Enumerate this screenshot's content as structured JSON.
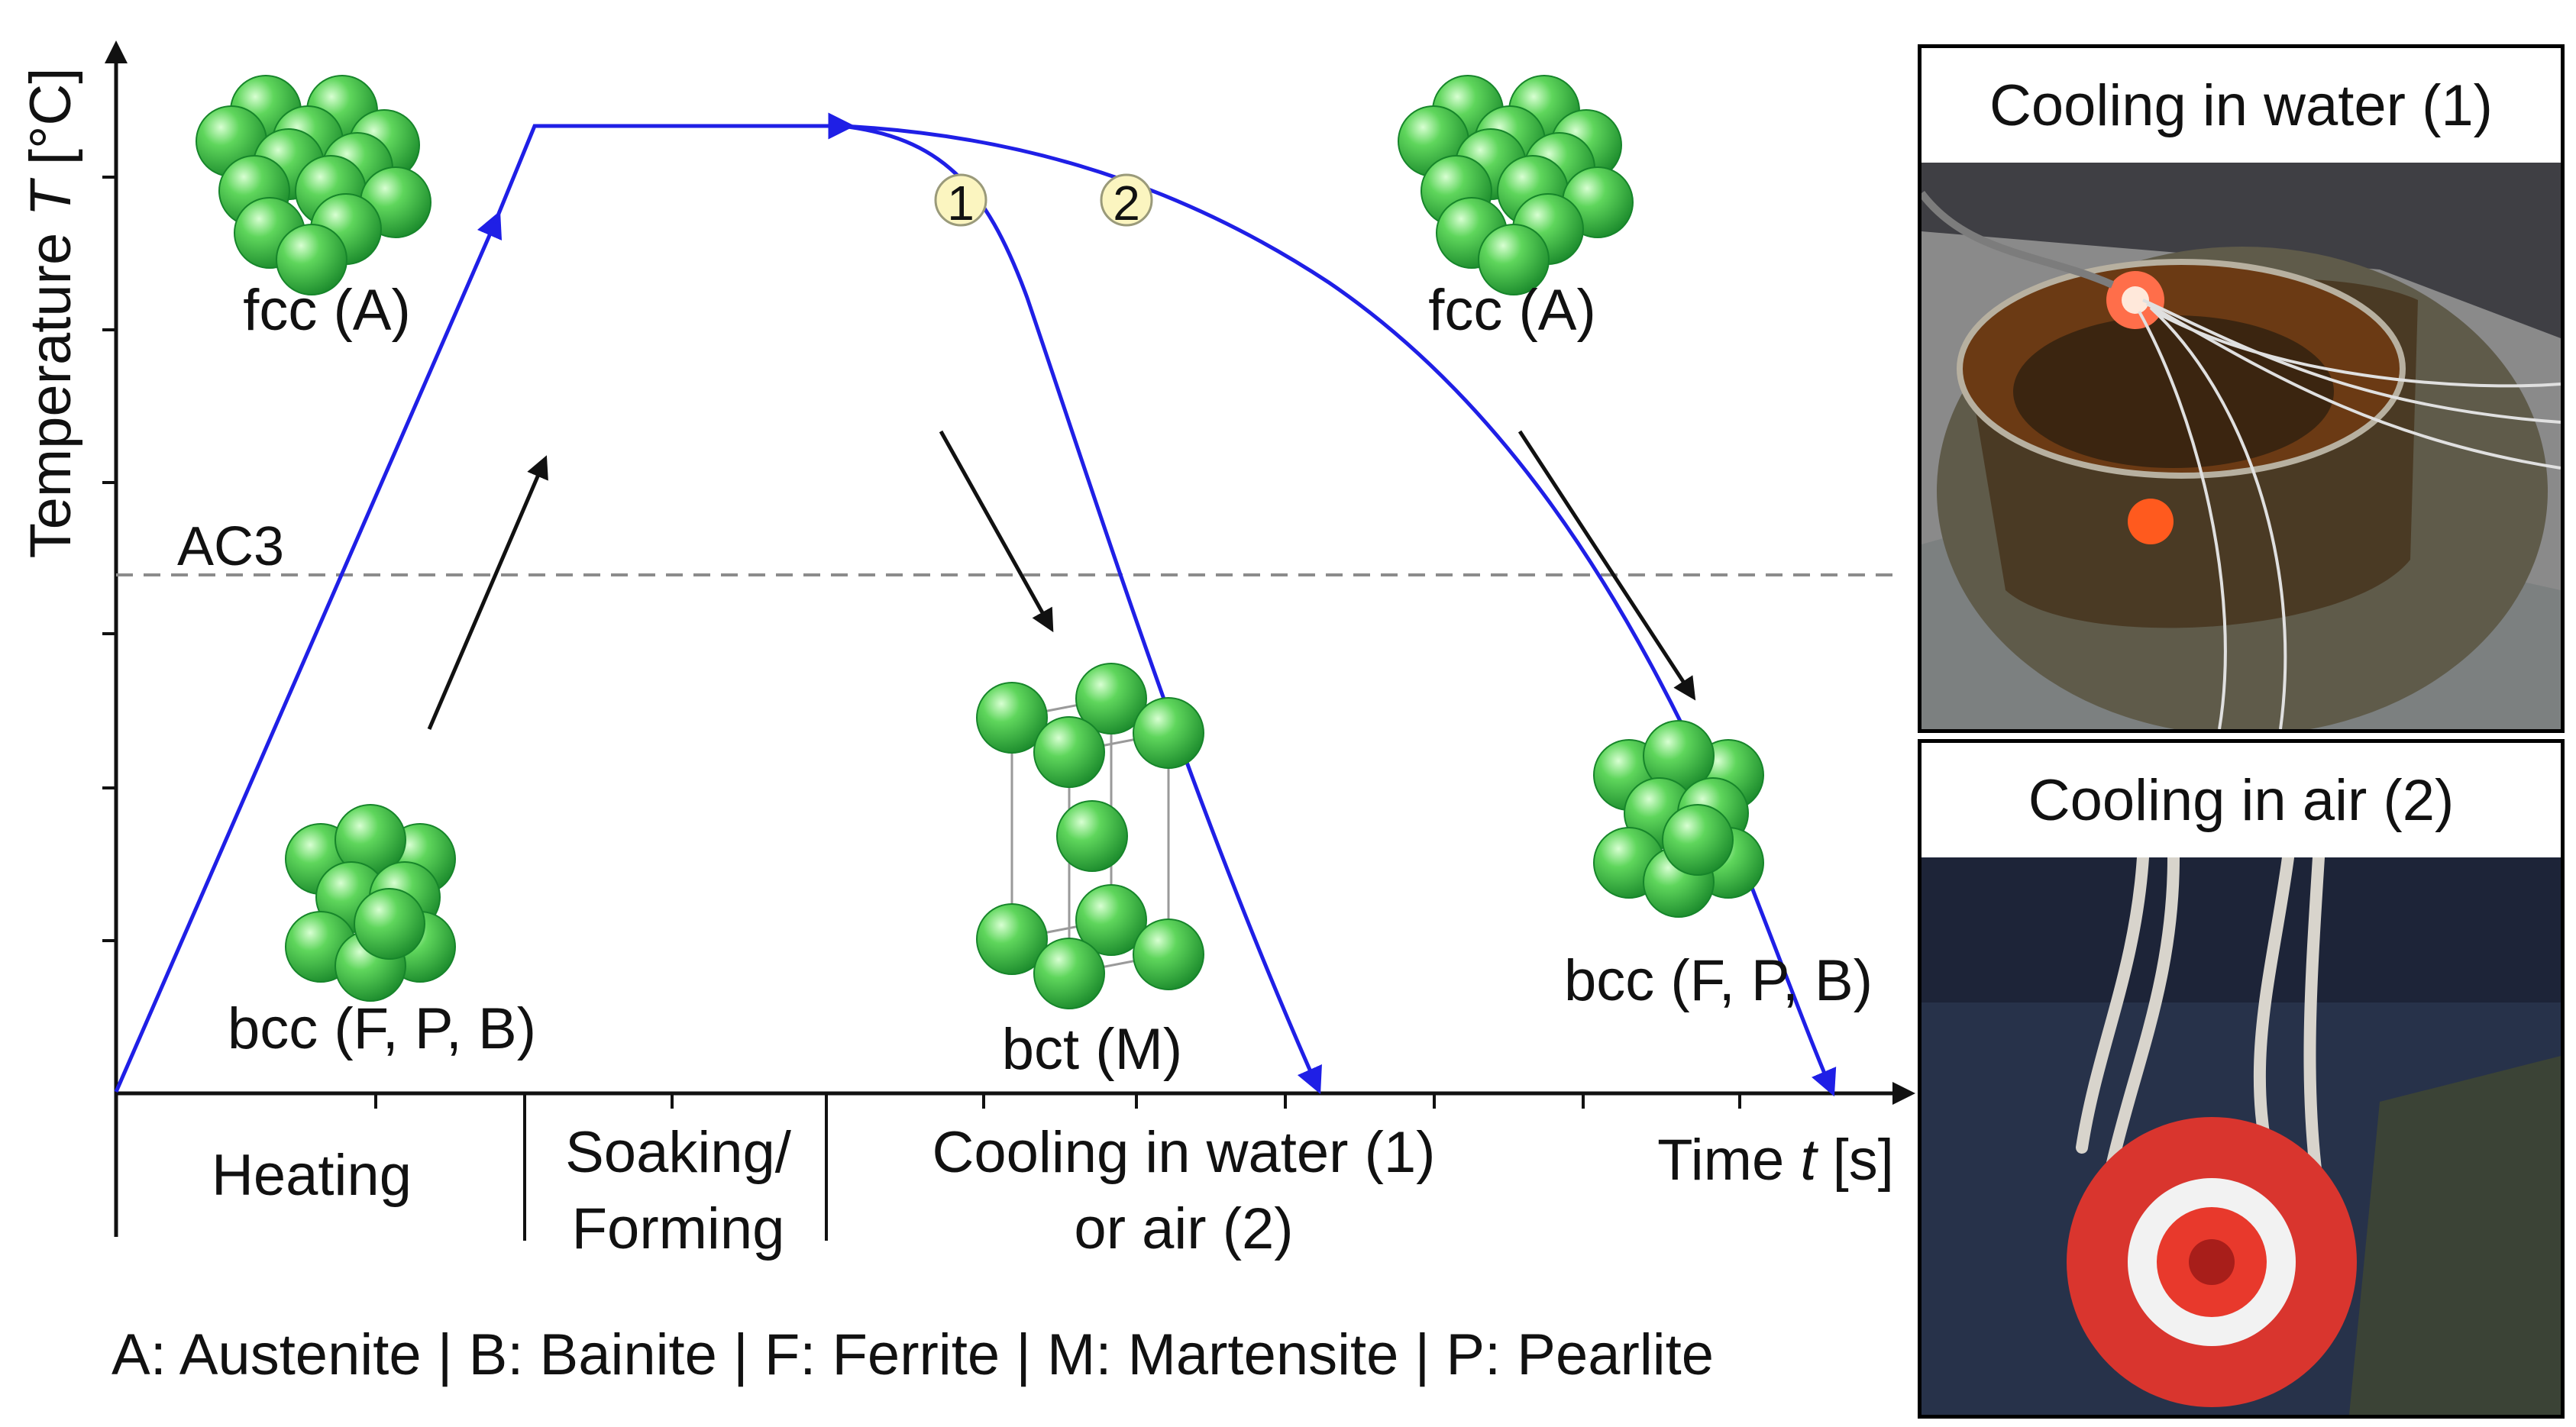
{
  "axes": {
    "y_label_prefix": "Temperature ",
    "y_label_var": "T",
    "y_label_unit": " [°C]",
    "x_label_prefix": "Time ",
    "x_label_var": "t",
    "x_label_unit": " [s]"
  },
  "reference_line": {
    "label": "AC3"
  },
  "phases": {
    "heating": "Heating",
    "soaking_1": "Soaking/",
    "soaking_2": "Forming",
    "cooling_1": "Cooling in water (1)",
    "cooling_2": "or air (2)"
  },
  "markers": {
    "water": "1",
    "air": "2"
  },
  "structures": {
    "fcc_left": "fcc (A)",
    "fcc_right": "fcc (A)",
    "bcc_left": "bcc (F, P, B)",
    "bct": "bct (M)",
    "bcc_right": "bcc (F, P, B)"
  },
  "legend": "A: Austenite | B: Bainite | F: Ferrite | M: Martensite | P: Pearlite",
  "photos": {
    "water_title": "Cooling in water (1)",
    "air_title": "Cooling in air (2)"
  },
  "colors": {
    "curve": "#1f1fe6",
    "atom": "#3fc24a",
    "atom_dark": "#16852a",
    "marker_fill": "#fbf5c0",
    "ac3_line": "#8c8c8c"
  }
}
